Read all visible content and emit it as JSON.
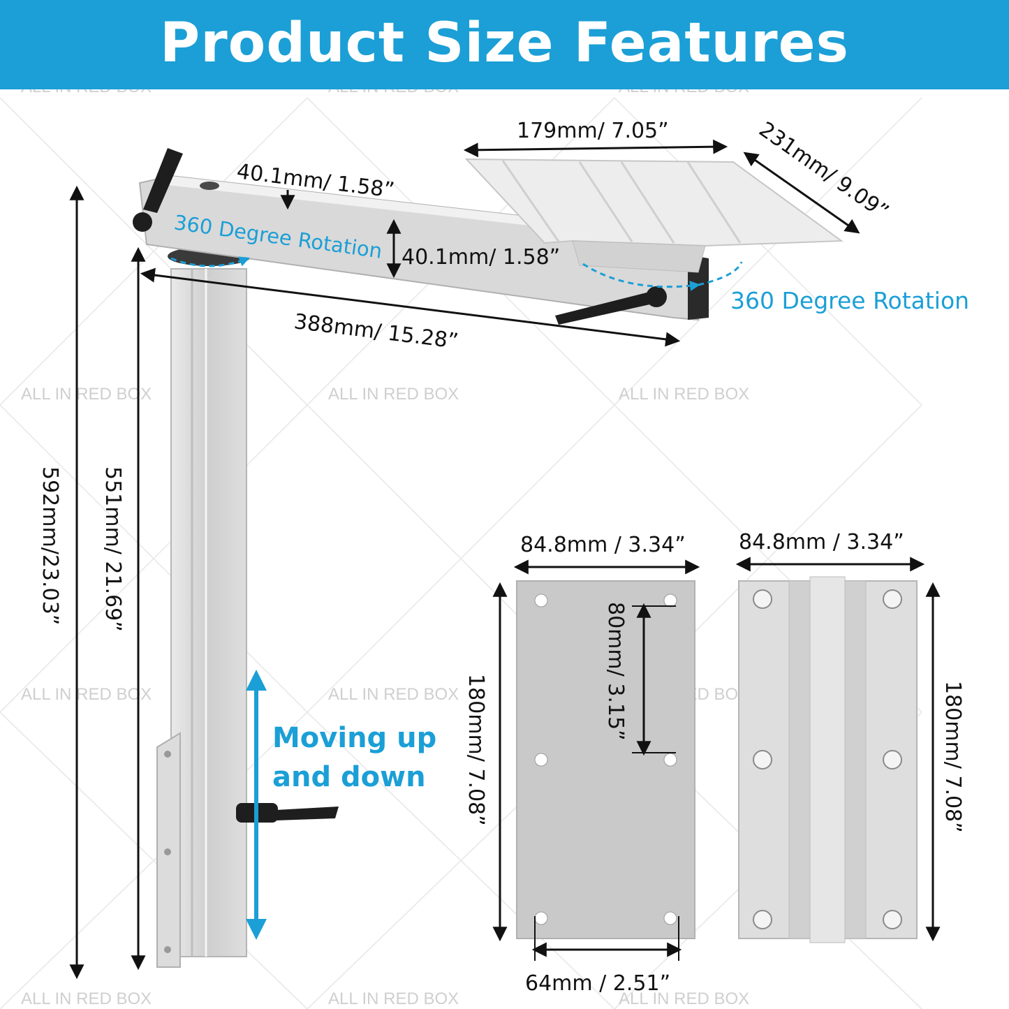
{
  "header": {
    "title": "Product Size Features"
  },
  "watermark": "ALL IN RED BOX",
  "colors": {
    "accent": "#1b9fd6",
    "metal": "#d8d8d8",
    "knob": "#1e1e1e"
  },
  "dimensions": {
    "tabletop_width": "179mm/ 7.05”",
    "tabletop_depth": "231mm/ 9.09”",
    "arm_top_width": "40.1mm/ 1.58”",
    "arm_side_height": "40.1mm/ 1.58”",
    "arm_length": "388mm/ 15.28”",
    "total_height": "592mm/23.03”",
    "column_height": "551mm/ 21.69”",
    "plate1_width": "84.8mm / 3.34”",
    "plate2_width": "84.8mm / 3.34”",
    "plate1_height": "180mm/ 7.08”",
    "plate2_height": "180mm/ 7.08”",
    "hole_spacing_vertical": "80mm/ 3.15”",
    "hole_spacing_horizontal": "64mm / 2.51”"
  },
  "features": {
    "rotation_left": "360 Degree Rotation",
    "rotation_right": "360 Degree Rotation",
    "moving_line1": "Moving up",
    "moving_line2": "and down"
  }
}
